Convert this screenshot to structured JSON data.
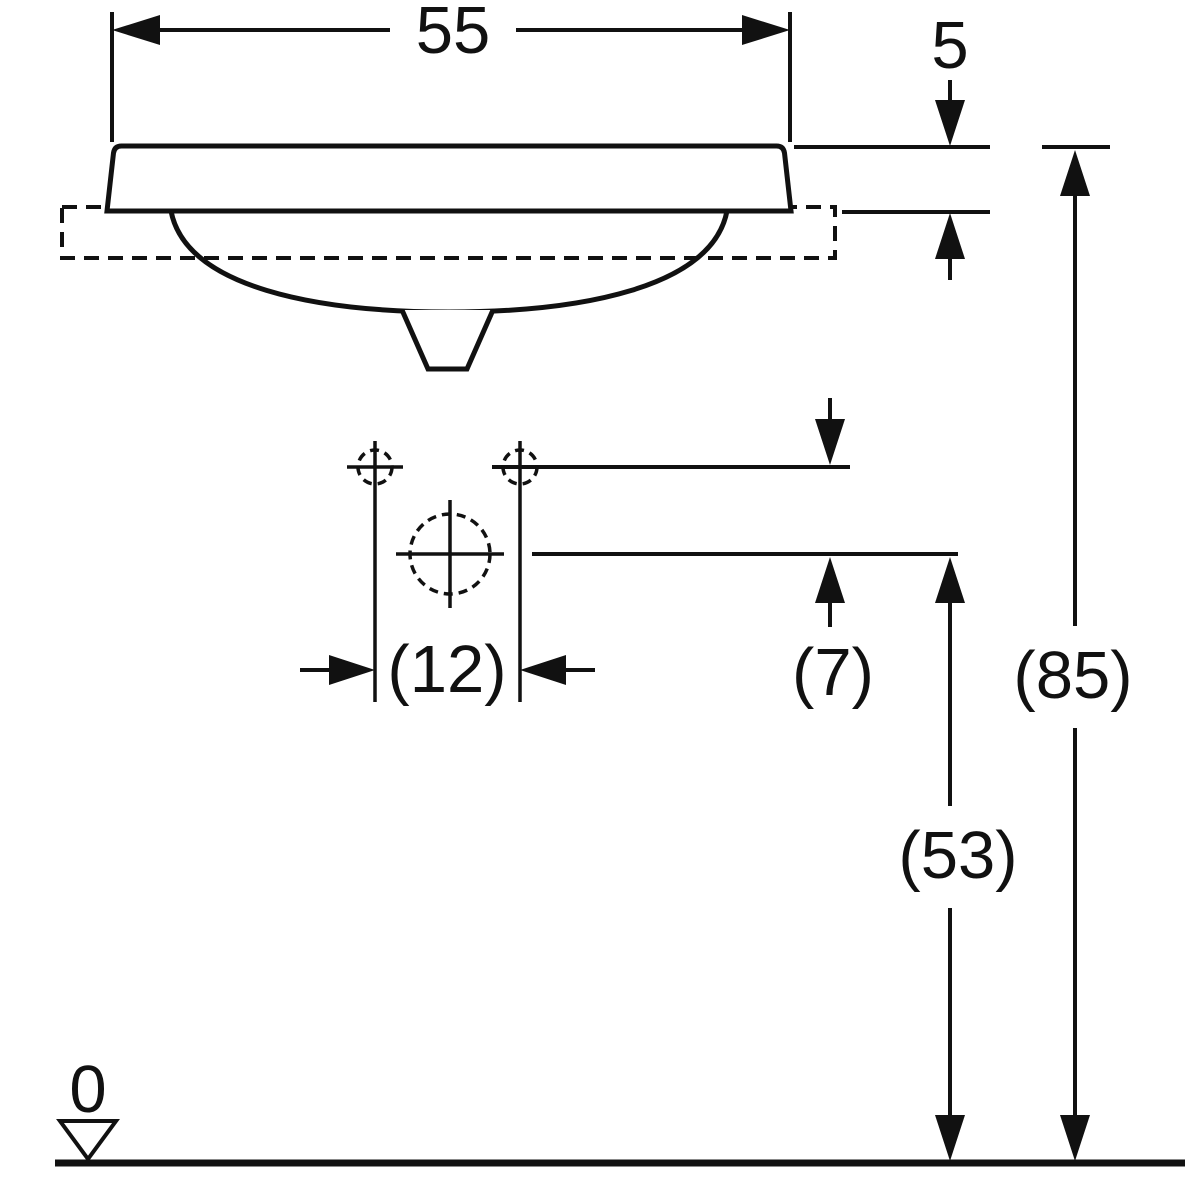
{
  "drawing": {
    "kind": "technical-dimension-diagram",
    "subject": "countertop washbasin, front elevation with installation dimensions",
    "colors": {
      "line": "#111111",
      "background": "#ffffff"
    },
    "labels": {
      "width": "55",
      "rim_above_counter": "5",
      "tap_hole_spacing": "(12)",
      "counter_to_tap_drop": "(7)",
      "trap_height": "(53)",
      "overall_height": "(85)",
      "datum": "0"
    },
    "symbols": {
      "datum": "open-triangle-down"
    }
  }
}
